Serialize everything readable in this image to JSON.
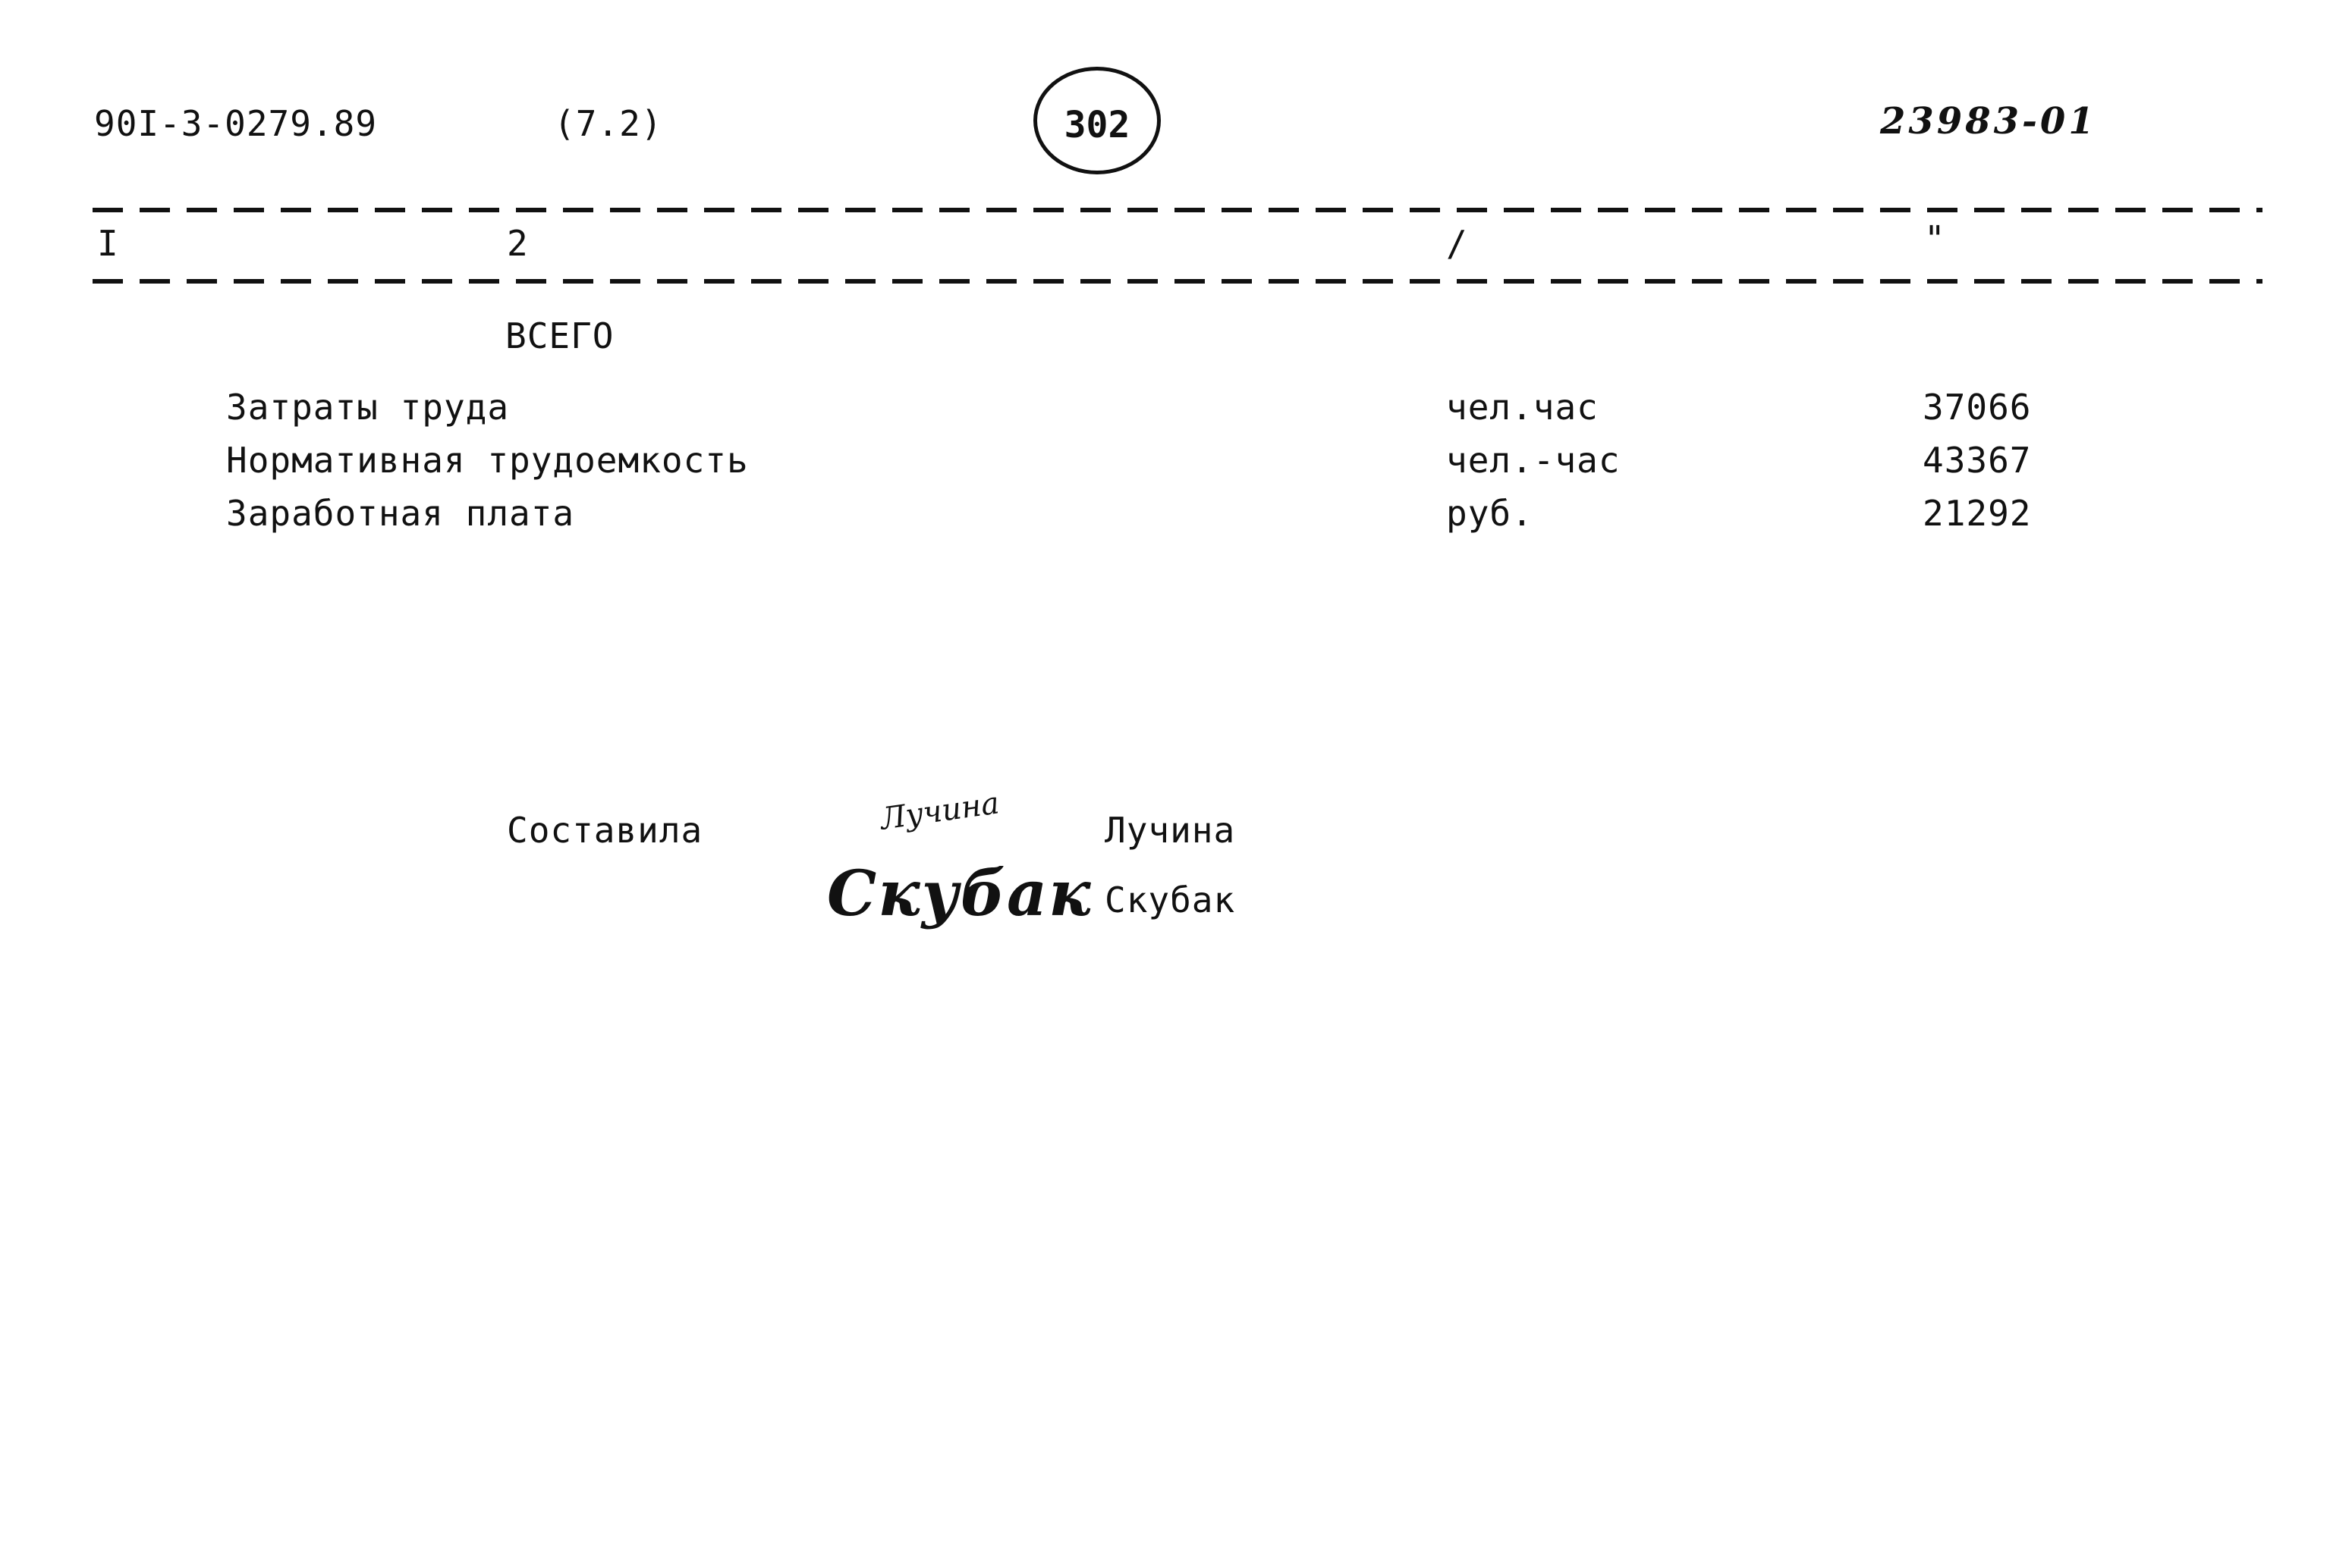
{
  "header": {
    "doc_code": "90I-3-0279.89",
    "section": "(7.2)",
    "page_number": "302",
    "archive_number": "23983-01"
  },
  "columns": [
    "I",
    "2",
    "/",
    "\""
  ],
  "summary": {
    "heading": "ВСЕГО",
    "rows": [
      {
        "label": "Затраты труда",
        "unit": "чел.час",
        "value": "37066"
      },
      {
        "label": "Нормативная трудоемкость",
        "unit": "чел.-час",
        "value": "43367"
      },
      {
        "label": "Заработная плата",
        "unit": "руб.",
        "value": "21292"
      }
    ]
  },
  "signatures": {
    "role": "Составила",
    "names": [
      "Лучина",
      "Скубак"
    ],
    "handwritten": [
      "Лучина",
      "Скубак"
    ]
  }
}
